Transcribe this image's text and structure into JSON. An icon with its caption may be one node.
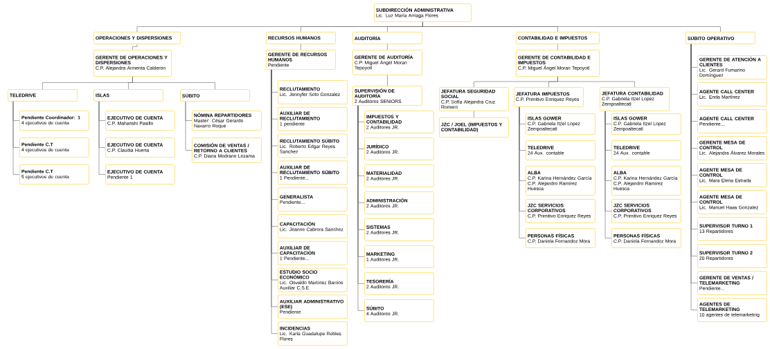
{
  "diagram": {
    "nodes": [
      {
        "text": [
          "SUBDIRECCIÓN ADMINISTRATIVA",
          "Lic. Luz María Arriaga Flores"
        ]
      },
      {
        "text": [
          "OPERACIONES Y DISPERSIONES"
        ]
      },
      {
        "text": [
          "RECURSOS HUMANOS"
        ]
      },
      {
        "text": [
          "AUDITORÍA"
        ]
      },
      {
        "text": [
          "CONTABILIDAD E IMPUESTOS"
        ]
      },
      {
        "text": [
          "SÚBITO OPERATIVO"
        ]
      },
      {
        "text": [
          "GERENTE DE OPERACIONES Y DISPERSIONES",
          "C.P. Alejandra Armenta Calderon"
        ]
      },
      {
        "text": [
          "GERENTE DE RECURSOS HUMANOS",
          "Pendiente"
        ]
      },
      {
        "text": [
          "GERENTE DE AUDITORÍA",
          "C.P. Miguel Ángel Moran Tepoyotl"
        ]
      },
      {
        "text": [
          "GERENTE DE CONTABILIDAD E IMPUESTOS",
          "C.P. Miguel Ángel Moran Tepoyotl"
        ]
      },
      {
        "text": [
          "TELEDRIVE"
        ]
      },
      {
        "text": [
          "ISLAS"
        ]
      },
      {
        "text": [
          "SÚBITO"
        ]
      },
      {
        "text": [
          "Pendiente Coordinador: 1",
          "4 ejecutivos de cuenta"
        ]
      },
      {
        "text": [
          "Pendiente C.T",
          "4 ejecutivos de cuenta"
        ]
      },
      {
        "text": [
          "Pendiente C.T",
          "5 ejecutivos de cuenta"
        ]
      },
      {
        "text": [
          "EJECUTIVO DE CUENTA",
          "C.P. Mahanshi Pasillo"
        ]
      },
      {
        "text": [
          "EJECUTIVO DE CUENTA",
          "C.P. Claudia Huerta"
        ]
      },
      {
        "text": [
          "EJECUTIVO DE CUENTA",
          "Pendiente 1"
        ]
      },
      {
        "text": [
          "NÓMINA REPARTIDORES",
          "Master: César Gerardo Navarro Roque"
        ]
      },
      {
        "text": [
          "COMISIÓN DE VENTAS / RETORNO A CLIENTES",
          "C.P. Diana Medrano Lezama"
        ]
      },
      {
        "text": [
          "RECLUTAMIENTO",
          "Lic. Jennyfer Soto Gonzalez"
        ]
      },
      {
        "text": [
          "AUXILIAR DE RECLUTAMIENTO",
          "1 pendiente"
        ]
      },
      {
        "text": [
          "RECLUTAMIENTO SÚBITO",
          "Lic. Roberto Edgar Reyes Sanchez"
        ]
      },
      {
        "text": [
          "AUXILIAR DE RECLUTAMIENTO SÚBITO",
          "1 Pendiente..."
        ]
      },
      {
        "text": [
          "GENERALISTA",
          "Pendiente..."
        ]
      },
      {
        "text": [
          "CAPACITACIÓN",
          "Lic. Jeanne Cabrera Sanchez"
        ]
      },
      {
        "text": [
          "AUXILIAR DE CAPACITACIÓN",
          "1 Pendiente..."
        ]
      },
      {
        "text": [
          "ESTUDIO SOCIO ECONÓMICO",
          "Lic. Osvaldo Martínez Barrios Auxiliar C.S.E"
        ]
      },
      {
        "text": [
          "AUXILIAR ADMINISTRATIVO (ESE)",
          "Pendiente"
        ]
      },
      {
        "text": [
          "INCIDENCIAS",
          "Lic. Karla Guadalupe Robles Flores"
        ]
      },
      {
        "text": [
          "SUPERVISIÓN DE AUDITORÍA",
          "2 Auditores SENIORS"
        ]
      },
      {
        "text": [
          "IMPUESTOS Y CONTABILIDAD",
          "2 Auditores JR."
        ]
      },
      {
        "text": [
          "JURÍDICO",
          "2 Auditores JR."
        ]
      },
      {
        "text": [
          "MATERIALIDAD",
          "2 Auditores JR."
        ]
      },
      {
        "text": [
          "ADMINISTRACIÓN",
          "2 Auditores JR."
        ]
      },
      {
        "text": [
          "SISTEMAS",
          "2 Auditores JR."
        ]
      },
      {
        "text": [
          "MARKETING",
          "1 Auditores JR."
        ]
      },
      {
        "text": [
          "TESORERÍA",
          "2 Auditores JR."
        ]
      },
      {
        "text": [
          "SÚBITO",
          "4 Auditores JR."
        ]
      },
      {
        "text": [
          "JEFATURA SEGURIDAD SOCIAL",
          "C.P. Sofía Alejandra Cruz Romero"
        ]
      },
      {
        "text": [
          "JEFATURA IMPUESTOS",
          "C.P. Primitivo Enriquez Reyes"
        ]
      },
      {
        "text": [
          "JEFATURA CONTABILIDAD",
          "C.P. Gabriela Itzel Lopez Zempoaltecatl"
        ]
      },
      {
        "text": [
          "JZC / JOEL (IMPUESTOS Y CONTABILIDAD)"
        ]
      },
      {
        "text": [
          "ISLAS GOWER",
          "C.P. Gabriela Itzel Lopez Zempoaltecatl"
        ]
      },
      {
        "text": [
          "TELEDRIVE",
          "24 Aux. contable"
        ]
      },
      {
        "text": [
          "ALBA",
          "C.P. Karina Hernández García",
          "C.P. Alejandro Ramírez Huesca"
        ]
      },
      {
        "text": [
          "JZC SERVICIOS CORPORATIVOS",
          "C.P. Primitivo Enriquez Reyes"
        ]
      },
      {
        "text": [
          "PERSONAS FÍSICAS",
          "C.P. Daniela Fernandez Mora"
        ]
      },
      {
        "text": [
          "ISLAS GOWER",
          "C.P. Gabriela Itzel Lopez Zempoaltecatl"
        ]
      },
      {
        "text": [
          "TELEDRIVE",
          "24 Aux. contable"
        ]
      },
      {
        "text": [
          "ALBA",
          "C.P. Karina Hernández García",
          "C.P. Alejandro Ramírez Huesca"
        ]
      },
      {
        "text": [
          "JZC SERVICIOS CORPORATIVOS",
          "C.P. Primitivo Enriquez Reyes"
        ]
      },
      {
        "text": [
          "PERSONAS FÍSICAS",
          "C.P. Daniela Fernandez Mora"
        ]
      },
      {
        "text": [
          "GERENTE DE ATENCIÓN A CLIENTES",
          "Lic. Gerard Fumarino Domínguez"
        ]
      },
      {
        "text": [
          "AGENTE CALL CENTER",
          "Lic. Enda Martínez"
        ]
      },
      {
        "text": [
          "AGENTE CALL CENTER",
          "Pendiente..."
        ]
      },
      {
        "text": [
          "GERENTE MESA DE CONTROL",
          "Lic. Alejandra Álvarez Morales"
        ]
      },
      {
        "text": [
          "AGENTE MESA DE CONTROL",
          "Lic. Mara Elena Estrada"
        ]
      },
      {
        "text": [
          "AGENTE MESA DE CONTROL",
          "Lic. Manuel Haas Gonzalez"
        ]
      },
      {
        "text": [
          "SUPERVISOR TURNO 1",
          "13 Repartidores"
        ]
      },
      {
        "text": [
          "SUPERVISOR TURNO 2",
          "20 Repartidores"
        ]
      },
      {
        "text": [
          "GERENTE DE VENTAS / TELEMARKETING",
          "Pendiente..."
        ]
      },
      {
        "text": [
          "AGENTES DE TELEMARKETING",
          "10 agentes de telemarketing"
        ]
      }
    ],
    "edges": [
      {
        "from": 0,
        "to": 1,
        "arrow": "none"
      },
      {
        "from": 0,
        "to": 2,
        "arrow": "none"
      },
      {
        "from": 0,
        "to": 3,
        "arrow": "none"
      },
      {
        "from": 0,
        "to": 4,
        "arrow": "none"
      },
      {
        "from": 0,
        "to": 5,
        "arrow": "none"
      },
      {
        "from": 1,
        "to": 6,
        "arrow": "none"
      },
      {
        "from": 2,
        "to": 7,
        "arrow": "none"
      },
      {
        "from": 3,
        "to": 8,
        "arrow": "none"
      },
      {
        "from": 4,
        "to": 9,
        "arrow": "none"
      },
      {
        "from": 6,
        "to": 10,
        "arrow": "none"
      },
      {
        "from": 6,
        "to": 11,
        "arrow": "none"
      },
      {
        "from": 6,
        "to": 12,
        "arrow": "none"
      },
      {
        "from": 10,
        "to": 13,
        "arrow": "none"
      },
      {
        "from": 10,
        "to": 14,
        "arrow": "none"
      },
      {
        "from": 10,
        "to": 15,
        "arrow": "none"
      },
      {
        "from": 11,
        "to": 16,
        "arrow": "none"
      },
      {
        "from": 11,
        "to": 17,
        "arrow": "none"
      },
      {
        "from": 11,
        "to": 18,
        "arrow": "none"
      },
      {
        "from": 12,
        "to": 19,
        "arrow": "none"
      },
      {
        "from": 12,
        "to": 20,
        "arrow": "none"
      },
      {
        "from": 7,
        "to": 21,
        "arrow": "none"
      },
      {
        "from": 7,
        "to": 22,
        "arrow": "none"
      },
      {
        "from": 7,
        "to": 23,
        "arrow": "none"
      },
      {
        "from": 7,
        "to": 24,
        "arrow": "none"
      },
      {
        "from": 7,
        "to": 25,
        "arrow": "none"
      },
      {
        "from": 7,
        "to": 26,
        "arrow": "none"
      },
      {
        "from": 7,
        "to": 27,
        "arrow": "none"
      },
      {
        "from": 7,
        "to": 28,
        "arrow": "none"
      },
      {
        "from": 7,
        "to": 29,
        "arrow": "none"
      },
      {
        "from": 7,
        "to": 30,
        "arrow": "none"
      },
      {
        "from": 8,
        "to": 31,
        "arrow": "none"
      },
      {
        "from": 31,
        "to": 32,
        "arrow": "none"
      },
      {
        "from": 31,
        "to": 33,
        "arrow": "none"
      },
      {
        "from": 31,
        "to": 34,
        "arrow": "none"
      },
      {
        "from": 31,
        "to": 35,
        "arrow": "none"
      },
      {
        "from": 31,
        "to": 36,
        "arrow": "none"
      },
      {
        "from": 31,
        "to": 37,
        "arrow": "none"
      },
      {
        "from": 31,
        "to": 38,
        "arrow": "none"
      },
      {
        "from": 31,
        "to": 39,
        "arrow": "none"
      },
      {
        "from": 9,
        "to": 40,
        "arrow": "none"
      },
      {
        "from": 9,
        "to": 41,
        "arrow": "none"
      },
      {
        "from": 9,
        "to": 42,
        "arrow": "none"
      },
      {
        "from": 40,
        "to": 43,
        "arrow": "none"
      },
      {
        "from": 41,
        "to": 44,
        "arrow": "none"
      },
      {
        "from": 41,
        "to": 45,
        "arrow": "none"
      },
      {
        "from": 41,
        "to": 46,
        "arrow": "none"
      },
      {
        "from": 41,
        "to": 47,
        "arrow": "none"
      },
      {
        "from": 41,
        "to": 48,
        "arrow": "none"
      },
      {
        "from": 42,
        "to": 49,
        "arrow": "none"
      },
      {
        "from": 42,
        "to": 50,
        "arrow": "none"
      },
      {
        "from": 42,
        "to": 51,
        "arrow": "none"
      },
      {
        "from": 42,
        "to": 52,
        "arrow": "none"
      },
      {
        "from": 42,
        "to": 53,
        "arrow": "none"
      },
      {
        "from": 5,
        "to": 54,
        "arrow": "none"
      },
      {
        "from": 5,
        "to": 55,
        "arrow": "none"
      },
      {
        "from": 5,
        "to": 56,
        "arrow": "none"
      },
      {
        "from": 5,
        "to": 57,
        "arrow": "none"
      },
      {
        "from": 5,
        "to": 58,
        "arrow": "none"
      },
      {
        "from": 5,
        "to": 59,
        "arrow": "none"
      },
      {
        "from": 5,
        "to": 60,
        "arrow": "none"
      },
      {
        "from": 5,
        "to": 61,
        "arrow": "none"
      },
      {
        "from": 5,
        "to": 62,
        "arrow": "none"
      },
      {
        "from": 5,
        "to": 63,
        "arrow": "none"
      }
    ]
  }
}
